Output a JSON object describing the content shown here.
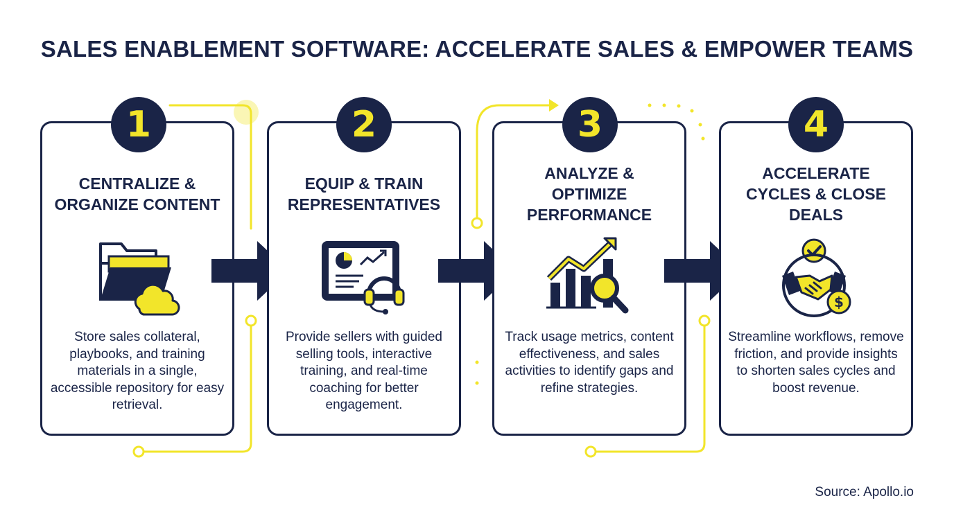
{
  "title": "SALES ENABLEMENT SOFTWARE: ACCELERATE SALES & EMPOWER TEAMS",
  "steps": [
    {
      "number": "1",
      "heading": "CENTRALIZE & ORGANIZE CONTENT",
      "description": "Store sales collateral, playbooks, and training materials in a single, accessible repository for easy retrieval.",
      "icon": "folder-cloud-icon"
    },
    {
      "number": "2",
      "heading": "EQUIP & TRAIN REPRESENTATIVES",
      "description": "Provide sellers with guided selling tools, interactive training, and real-time coaching for better engagement.",
      "icon": "tablet-headset-icon"
    },
    {
      "number": "3",
      "heading": "ANALYZE & OPTIMIZE PERFORMANCE",
      "description": "Track usage metrics, content effectiveness, and sales activities to identify gaps and refine strategies.",
      "icon": "growth-chart-magnifier-icon"
    },
    {
      "number": "4",
      "heading": "ACCELERATE CYCLES & CLOSE DEALS",
      "description": "Streamline workflows, remove friction, and provide insights to shorten sales cycles and boost revenue.",
      "icon": "handshake-dollar-icon"
    }
  ],
  "source": "Source: Apollo.io",
  "colors": {
    "navy": "#1a2447",
    "yellow": "#f2e52a",
    "white": "#ffffff"
  }
}
